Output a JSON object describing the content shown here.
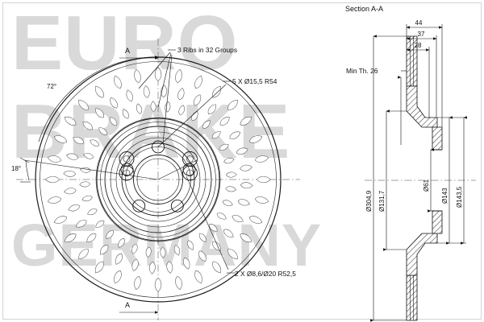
{
  "drawing": {
    "watermark": {
      "line1": "EURO",
      "line2": "BRAKE",
      "line3": "GERMANY"
    },
    "section_title": "Section A-A",
    "section_markers": {
      "top": "A",
      "bottom": "A"
    },
    "front_view": {
      "annotations": [
        {
          "id": "ribs",
          "text": "3 Ribs in 32 Groups"
        },
        {
          "id": "bolt-holes",
          "text": "5 X Ø15,5    R54"
        },
        {
          "id": "pilot-holes",
          "text": "2 X Ø8,6/Ø20    R52,5"
        }
      ],
      "angles": [
        {
          "id": "angle-72",
          "text": "72°"
        },
        {
          "id": "angle-18",
          "text": "18°"
        }
      ]
    },
    "section_view": {
      "widths": [
        {
          "id": "overall-width",
          "text": "44"
        },
        {
          "id": "hat-width",
          "text": "37"
        },
        {
          "id": "offset-width",
          "text": "28"
        }
      ],
      "min_thickness": "Min Th. 26",
      "diameters": [
        {
          "id": "outer-diameter",
          "text": "Ø304,9"
        },
        {
          "id": "vent-diameter",
          "text": "Ø131,7"
        },
        {
          "id": "bore-diameter",
          "text": "Ø61"
        },
        {
          "id": "hat-diameter",
          "text": "Ø143"
        },
        {
          "id": "flange-diameter",
          "text": "Ø143,5"
        }
      ]
    }
  }
}
